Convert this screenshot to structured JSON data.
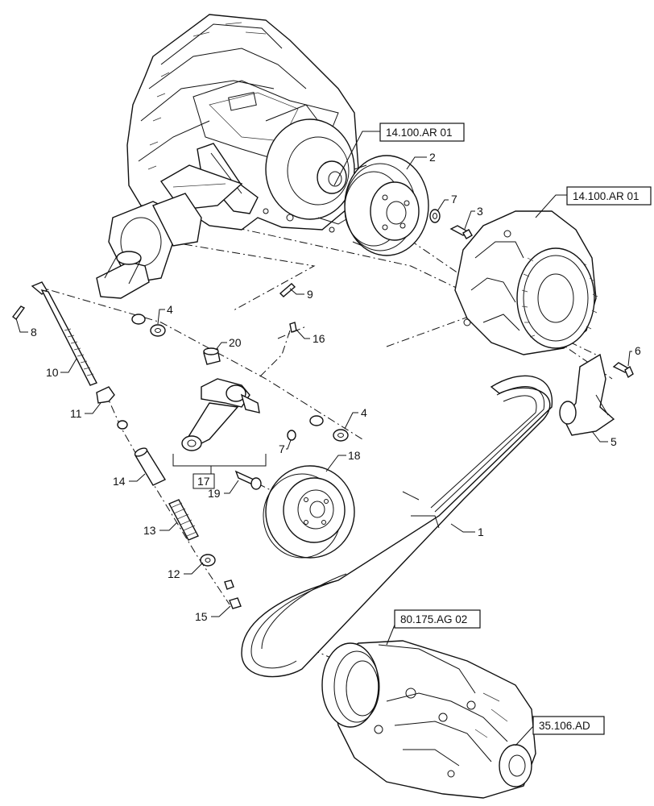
{
  "diagram": {
    "callouts": [
      {
        "id": "c1",
        "label": "1"
      },
      {
        "id": "c2",
        "label": "2"
      },
      {
        "id": "c3",
        "label": "3"
      },
      {
        "id": "c4a",
        "label": "4"
      },
      {
        "id": "c4b",
        "label": "4"
      },
      {
        "id": "c5",
        "label": "5"
      },
      {
        "id": "c6",
        "label": "6"
      },
      {
        "id": "c7a",
        "label": "7"
      },
      {
        "id": "c7b",
        "label": "7"
      },
      {
        "id": "c8",
        "label": "8"
      },
      {
        "id": "c9",
        "label": "9"
      },
      {
        "id": "c10",
        "label": "10"
      },
      {
        "id": "c11",
        "label": "11"
      },
      {
        "id": "c12",
        "label": "12"
      },
      {
        "id": "c13",
        "label": "13"
      },
      {
        "id": "c14",
        "label": "14"
      },
      {
        "id": "c15",
        "label": "15"
      },
      {
        "id": "c16",
        "label": "16"
      },
      {
        "id": "c17",
        "label": "17"
      },
      {
        "id": "c18",
        "label": "18"
      },
      {
        "id": "c19",
        "label": "19"
      },
      {
        "id": "c20",
        "label": "20"
      }
    ],
    "references": [
      {
        "id": "r1",
        "label": "14.100.AR 01"
      },
      {
        "id": "r2",
        "label": "14.100.AR 01"
      },
      {
        "id": "r3",
        "label": "80.175.AG 02"
      },
      {
        "id": "r4",
        "label": "35.106.AD"
      }
    ]
  }
}
